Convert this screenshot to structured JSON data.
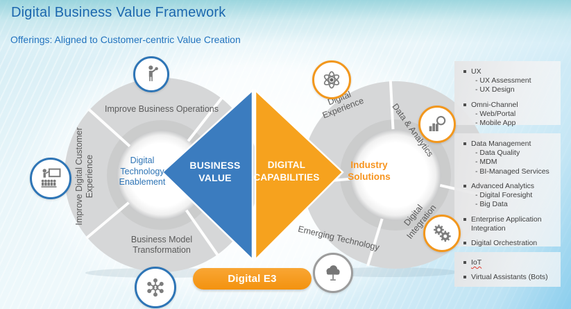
{
  "header": {
    "title": "Digital Business Value Framework",
    "subtitle": "Offerings: Aligned to Customer-centric Value Creation"
  },
  "diamond": {
    "left_label": "BUSINESS VALUE",
    "right_label": "DIGITAL CAPABILITIES"
  },
  "left_ring": {
    "center_label": "Digital Technology Enablement",
    "top_label": "Improve Business Operations",
    "left_label": "Improve Digital Customer Experience",
    "bottom_label": "Business Model Transformation",
    "icons": [
      "person-presenter-icon",
      "training-presentation-icon",
      "connected-network-icon"
    ]
  },
  "right_ring": {
    "center_label": "Industry Solutions",
    "segments": [
      {
        "label": "Digital Experience",
        "icon": "atom-icon"
      },
      {
        "label": "Data & Analytics",
        "icon": "bar-chart-magnifier-icon"
      },
      {
        "label": "Digital Integration",
        "icon": "gears-icon"
      },
      {
        "label": "Emerging Technology",
        "icon": "cloud-tree-icon"
      }
    ]
  },
  "offerings_panels": [
    {
      "groups": [
        {
          "title": "UX",
          "items": [
            "- UX Assessment",
            "- UX Design"
          ]
        },
        {
          "title": "Omni-Channel",
          "items": [
            "- Web/Portal",
            "- Mobile App"
          ]
        }
      ]
    },
    {
      "groups": [
        {
          "title": "Data Management",
          "items": [
            "- Data Quality",
            "- MDM",
            "- BI-Managed Services"
          ]
        },
        {
          "title": "Advanced Analytics",
          "items": [
            "- Digital Foresight",
            "- Big Data"
          ]
        },
        {
          "title": "Enterprise Application Integration",
          "items": []
        },
        {
          "title": "Digital Orchestration",
          "items": []
        }
      ]
    },
    {
      "groups": [
        {
          "title": "IoT",
          "items": []
        },
        {
          "title": "Virtual Assistants (Bots)",
          "items": []
        }
      ]
    }
  ],
  "badge": {
    "label": "Digital E3"
  },
  "colors": {
    "title_blue": "#1c67ae",
    "accent_blue": "#3b7cbf",
    "accent_orange": "#f6a21e",
    "badge_orange": "#f7941e",
    "ring_gray": "#d6d7d8",
    "text_gray": "#5a5a5a",
    "icon_gray": "#7d7d7d",
    "icon_border_blue": "#2e75b6",
    "icon_border_orange": "#f2971d",
    "icon_border_gray": "#9c9c9c"
  }
}
